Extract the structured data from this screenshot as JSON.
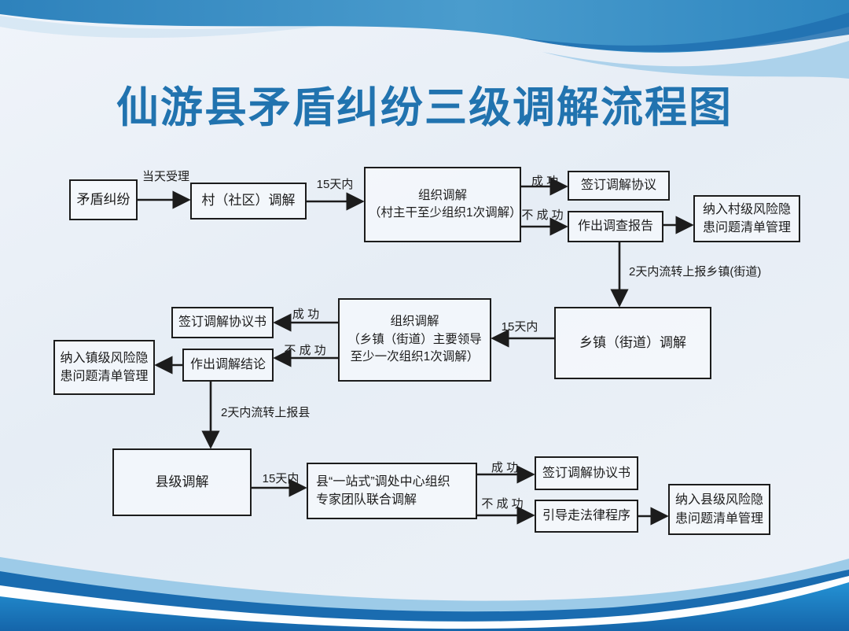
{
  "title": "仙游县矛盾纠纷三级调解流程图",
  "colors": {
    "title-blue": "#2173af",
    "box-border": "#1c1c1c",
    "arrow": "#1c1c1c",
    "wave-mid": "#3e90c5",
    "wave-dark": "#2070b0",
    "wave-light": "#9dcbe8",
    "wave-bottom": "#1b76bc",
    "background": "#e9eff6"
  },
  "nodes": {
    "dispute": {
      "label": "矛盾纠纷"
    },
    "village_mediation": {
      "label": "村（社区）调解"
    },
    "village_organize": {
      "label": "组织调解\n（村主干至少组织1次调解）"
    },
    "village_sign": {
      "label": "签订调解协议"
    },
    "village_report": {
      "label": "作出调查报告"
    },
    "village_risk": {
      "label": "纳入村级风险隐\n患问题清单管理"
    },
    "town_mediation": {
      "label": "乡镇（街道）调解"
    },
    "town_organize": {
      "label": "组织调解\n（乡镇（街道）主要领导\n至少一次组织1次调解）"
    },
    "town_sign": {
      "label": "签订调解协议书"
    },
    "town_conclusion": {
      "label": "作出调解结论"
    },
    "town_risk": {
      "label": "纳入镇级风险隐\n患问题清单管理"
    },
    "county_mediation": {
      "label": "县级调解"
    },
    "county_organize": {
      "label": "县“一站式”调处中心组织\n专家团队联合调解"
    },
    "county_sign": {
      "label": "签订调解协议书"
    },
    "county_legal": {
      "label": "引导走法律程序"
    },
    "county_risk": {
      "label": "纳入县级风险隐\n患问题清单管理"
    }
  },
  "edge_labels": {
    "same_day": "当天受理",
    "within15_village": "15天内",
    "success_village": "成 功",
    "fail_village": "不 成 功",
    "transfer_town": "2天内流转上报乡镇(街道)",
    "within15_town": "15天内",
    "success_town": "成 功",
    "fail_town": "不 成 功",
    "transfer_county": "2天内流转上报县",
    "within15_county": "15天内",
    "success_county": "成 功",
    "fail_county": "不 成 功"
  }
}
